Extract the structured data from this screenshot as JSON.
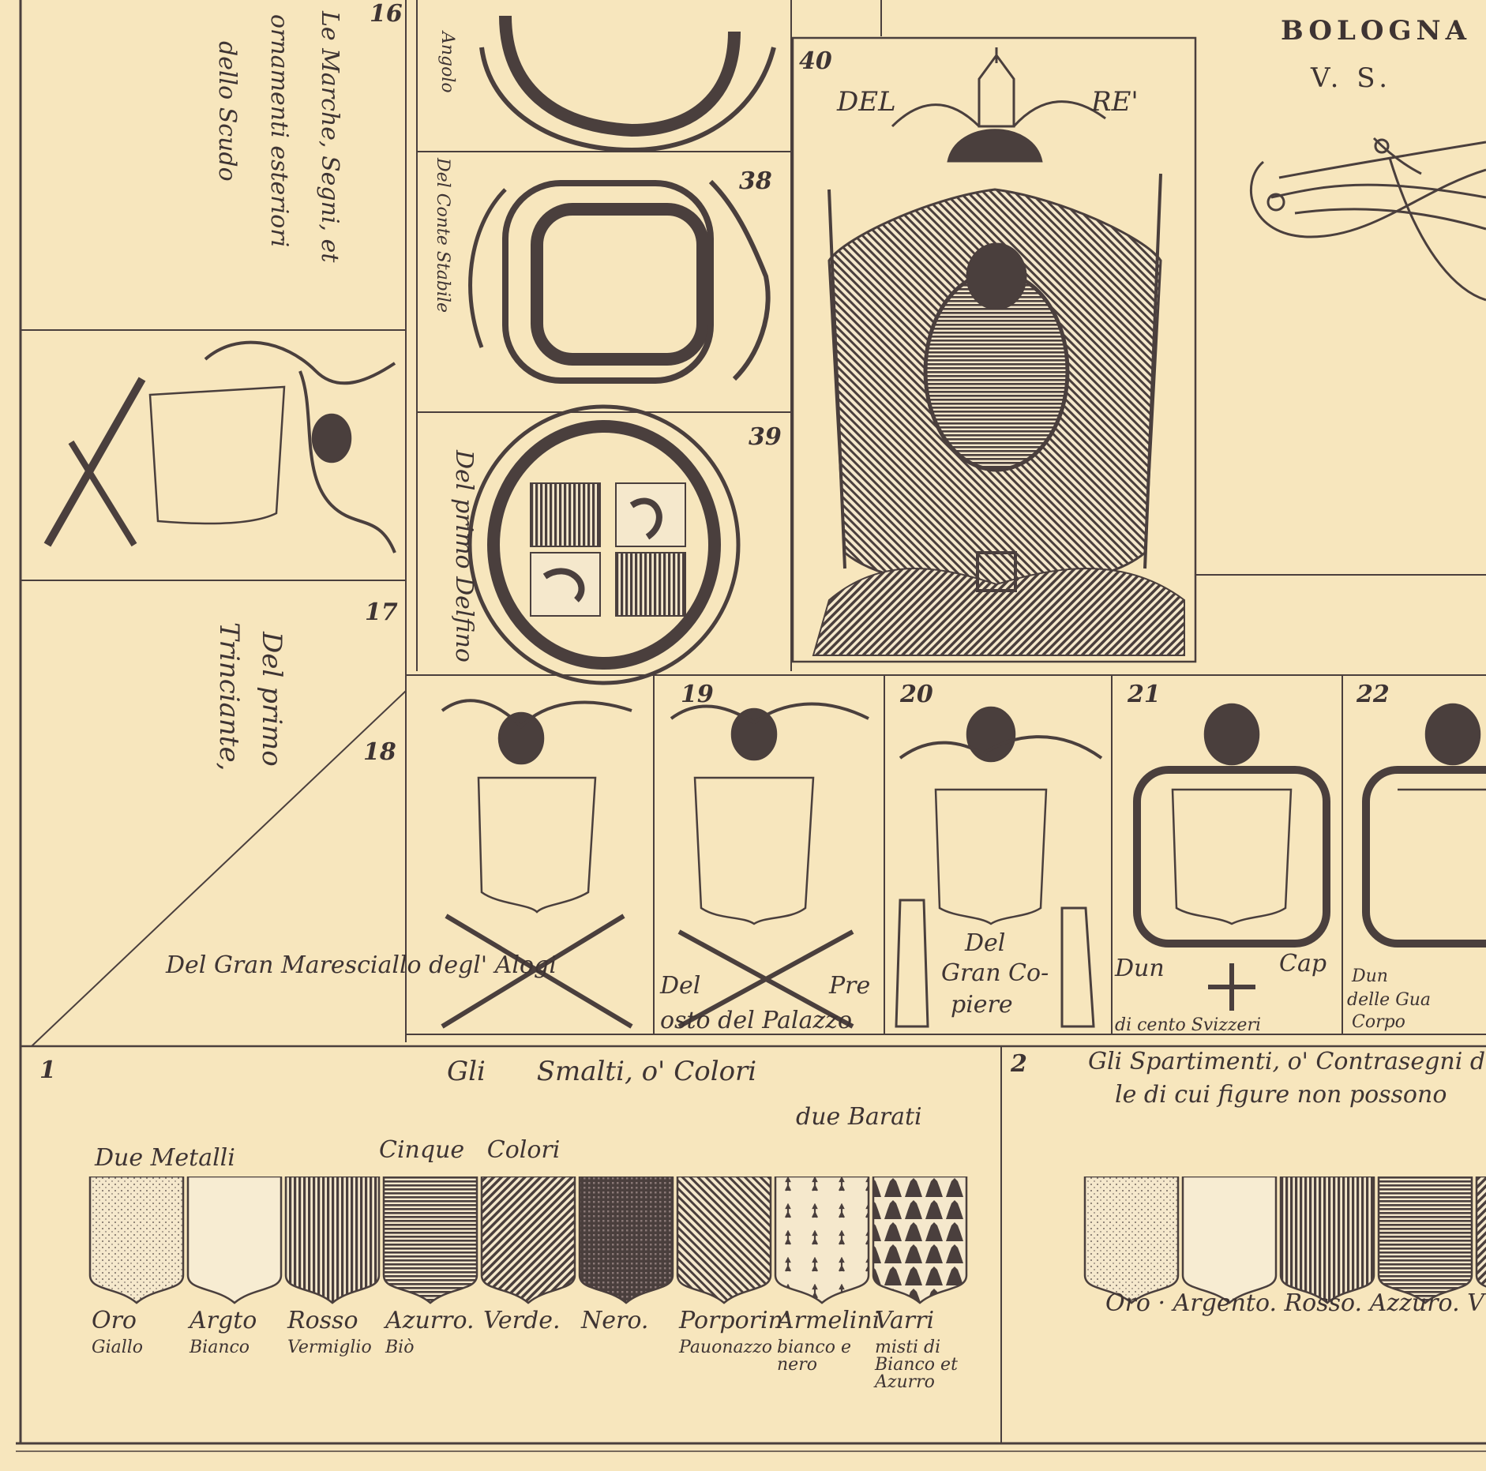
{
  "header": {
    "top_right_title": "BOLOGNA",
    "top_right_sub": "V. S."
  },
  "marks_panel": {
    "number": "16",
    "text_lines": [
      "Le Marche, Segni, et",
      "ornamenti esteriori",
      "dello Scudo"
    ]
  },
  "numbers": {
    "n17": "17",
    "n18": "18",
    "n19": "19",
    "n20": "20",
    "n21": "21",
    "n22": "22",
    "n38": "38",
    "n39": "39",
    "n40": "40",
    "n1": "1",
    "n2": "2"
  },
  "labels": {
    "primo_trinciante": [
      "Del primo",
      "Trinciante,"
    ],
    "conte_stabile": "Del Conte Stabile",
    "delfino": "Del primo Delfino",
    "re_left": "DEL",
    "re_right": "RE'",
    "maresciallo": "Del Gran Maresciallo degl' Alogi",
    "prevosto_top": "Del",
    "prevosto_right": "Pre",
    "prevosto_bottom": "osto del Palazzo",
    "copiere": [
      "Del",
      "Gran Co-",
      "piere"
    ],
    "svizzeri_left": "Dun",
    "svizzeri_right": "Cap",
    "svizzeri_bottom": "di cento Svizzeri",
    "guardie": [
      "Dun",
      "delle Gua",
      "Corpo"
    ],
    "top_angolo": "Angolo"
  },
  "smalti": {
    "title": "Gli      Smalti, o' Colori",
    "metalli_header": "Due Metalli",
    "colori_header": "Cinque   Colori",
    "barati_header": "due Barati",
    "swatches": [
      {
        "name": "oro",
        "fill": "#f1e3c5",
        "pattern": "dots",
        "line1": "Oro",
        "line2": "Giallo"
      },
      {
        "name": "argento",
        "fill": "#f7ecd2",
        "pattern": "none",
        "line1": "Argto",
        "line2": "Bianco"
      },
      {
        "name": "rosso",
        "fill": "#6b5a58",
        "pattern": "vertical",
        "line1": "Rosso",
        "line2": "Vermiglio"
      },
      {
        "name": "azzurro",
        "fill": "#5e4f4d",
        "pattern": "horizontal",
        "line1": "Azurro.",
        "line2": "Biò"
      },
      {
        "name": "verde",
        "fill": "#6b5a58",
        "pattern": "diag",
        "line1": "Verde.",
        "line2": ""
      },
      {
        "name": "nero",
        "fill": "#4a3d3b",
        "pattern": "grid",
        "line1": "Nero.",
        "line2": ""
      },
      {
        "name": "porporino",
        "fill": "#7a6866",
        "pattern": "diag2",
        "line1": "Porporin'",
        "line2": "Pauonazzo"
      },
      {
        "name": "armelini",
        "fill": "#f5e8cc",
        "pattern": "ermine",
        "line1": "Armelini",
        "line2": "bianco e nero"
      },
      {
        "name": "varri",
        "fill": "#f5e8cc",
        "pattern": "vair",
        "line1": "Varri",
        "line2": "misti di Bianco et Azurro"
      }
    ]
  },
  "spartimenti": {
    "title_line1": "Gli Spartimenti, o' Contrasegni de",
    "title_line2": "le di cui figure non possono",
    "swatches_labels": "Oro · Argento. Rosso. Azzuro. V",
    "swatches": [
      {
        "name": "oro",
        "fill": "#f1e3c5",
        "pattern": "dots"
      },
      {
        "name": "argento",
        "fill": "#f7ecd2",
        "pattern": "none"
      },
      {
        "name": "rosso",
        "fill": "#6b5a58",
        "pattern": "vertical"
      },
      {
        "name": "azzurro",
        "fill": "#5e4f4d",
        "pattern": "horizontal"
      },
      {
        "name": "verde",
        "fill": "#6b5a58",
        "pattern": "diag"
      }
    ]
  },
  "colors": {
    "paper": "#f7e6bd",
    "ink": "#4a3f3d"
  }
}
